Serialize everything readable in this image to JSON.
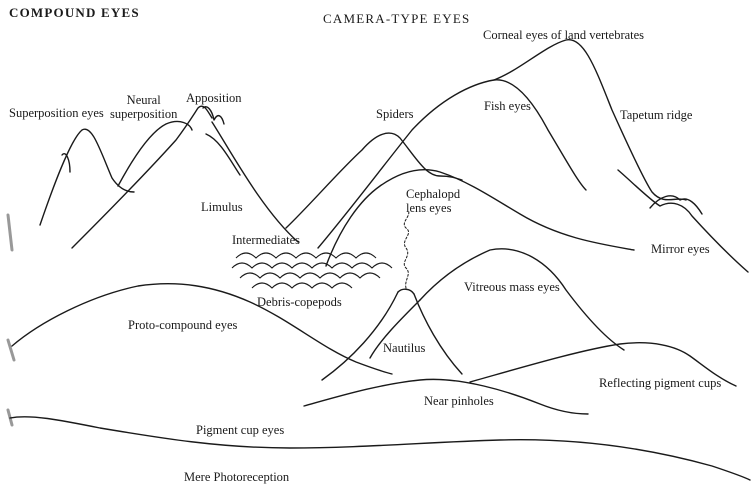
{
  "headings": {
    "compound": "COMPOUND EYES",
    "camera": "CAMERA-TYPE EYES"
  },
  "labels": {
    "corneal": "Corneal eyes of land vertebrates",
    "superposition": "Superposition eyes",
    "neural_superposition": "Neural\nsuperposition",
    "apposition": "Apposition",
    "spiders": "Spiders",
    "fish": "Fish eyes",
    "tapetum": "Tapetum ridge",
    "cephalopod": "Cephalopd\nlens eyes",
    "limulus": "Limulus",
    "intermediates": "Intermediates",
    "mirror": "Mirror eyes",
    "vitreous": "Vitreous mass eyes",
    "debris": "Debris-copepods",
    "proto_compound": "Proto-compound eyes",
    "nautilus": "Nautilus",
    "reflecting": "Reflecting pigment cups",
    "near_pinholes": "Near pinholes",
    "pigment_cup": "Pigment cup eyes",
    "photoreception": "Mere Photoreception"
  }
}
